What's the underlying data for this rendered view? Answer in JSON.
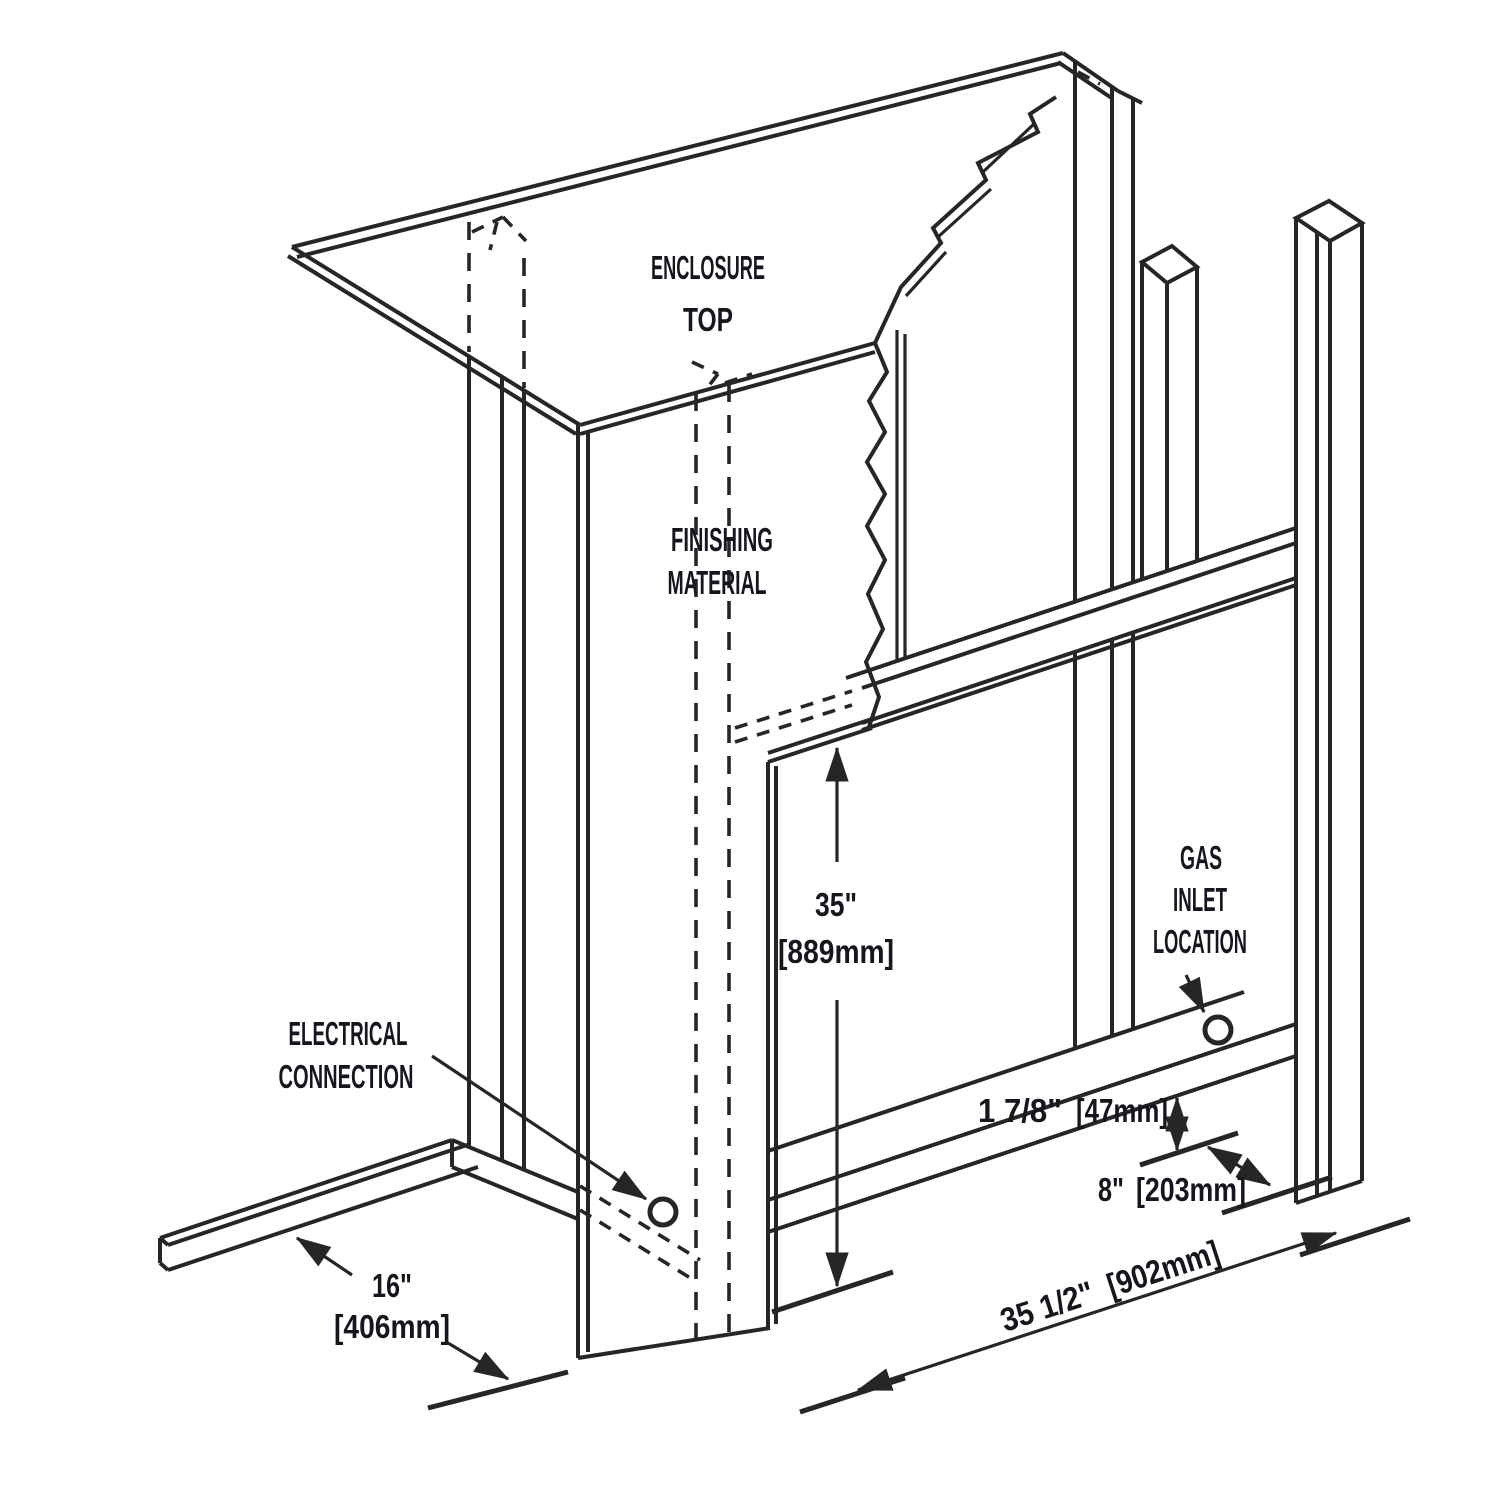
{
  "diagram": {
    "background": "#ffffff",
    "line_color": "#262626",
    "text_color": "#16161e",
    "labels": {
      "enclosure_top": {
        "line1": "ENCLOSURE",
        "line2": "TOP"
      },
      "finishing_material": {
        "line1": "FINISHING",
        "line2": "MATERIAL"
      },
      "gas_inlet": {
        "line1": "GAS",
        "line2": "INLET",
        "line3": "LOCATION"
      },
      "electrical_connection": {
        "line1": "ELECTRICAL",
        "line2": "CONNECTION"
      }
    },
    "dimensions": {
      "opening_height": {
        "imperial": "35\"",
        "metric": "[889mm]"
      },
      "inlet_height": {
        "imperial": "1 7/8\"",
        "metric": "[47mm]"
      },
      "inlet_offset": {
        "imperial": "8\"",
        "metric": "[203mm]"
      },
      "opening_width": {
        "imperial": "35 1/2\"",
        "metric": "[902mm]"
      },
      "side_extension": {
        "imperial": "16\"",
        "metric": "[406mm]"
      }
    }
  }
}
